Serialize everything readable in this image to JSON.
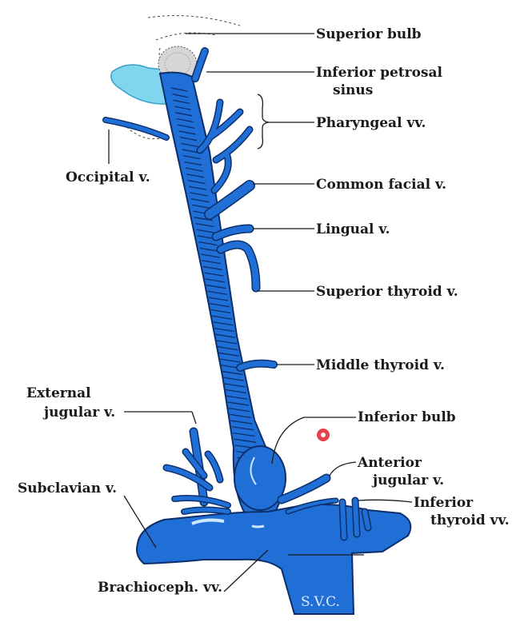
{
  "labels": {
    "superior_bulb": "Superior bulb",
    "inferior_petrosal_sinus_line1": "Inferior petrosal",
    "inferior_petrosal_sinus_line2": "sinus",
    "pharyngeal": "Pharyngeal vv.",
    "occipital": "Occipital v.",
    "common_facial": "Common facial v.",
    "lingual": "Lingual v.",
    "superior_thyroid": "Superior thyroid v.",
    "middle_thyroid": "Middle thyroid v.",
    "external_jugular_line1": "External",
    "external_jugular_line2": "jugular v.",
    "inferior_bulb": "Inferior bulb",
    "anterior_jugular_line1": "Anterior",
    "anterior_jugular_line2": "jugular v.",
    "inferior_thyroid_line1": "Inferior",
    "inferior_thyroid_line2": "thyroid vv.",
    "subclavian": "Subclavian v.",
    "brachiocephalic": "Brachioceph. vv.",
    "svc": "S.V.C."
  },
  "colors": {
    "vein_blue": "#1f6fd6",
    "vein_outline": "#0c2f6a",
    "sinus_cyan": "#7fd6ee",
    "marker_red": "#e0202a"
  }
}
